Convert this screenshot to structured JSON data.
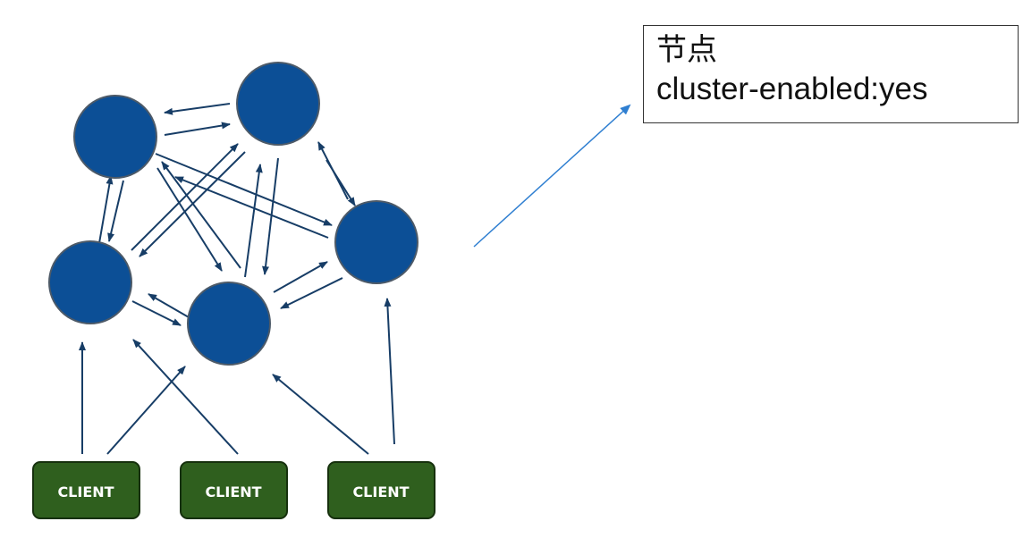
{
  "diagram": {
    "nodes": [
      {
        "id": "n1"
      },
      {
        "id": "n2"
      },
      {
        "id": "n3"
      },
      {
        "id": "n4"
      },
      {
        "id": "n5"
      }
    ],
    "clients": [
      {
        "id": "c1",
        "label": "CLIENT"
      },
      {
        "id": "c2",
        "label": "CLIENT"
      },
      {
        "id": "c3",
        "label": "CLIENT"
      }
    ],
    "callout": {
      "line1": "节点",
      "line2": "cluster-enabled:yes"
    },
    "colors": {
      "node": "#0c4f96",
      "edge": "#173d66",
      "client": "#2f5f1e",
      "callout_line": "#2f7fd1"
    }
  }
}
